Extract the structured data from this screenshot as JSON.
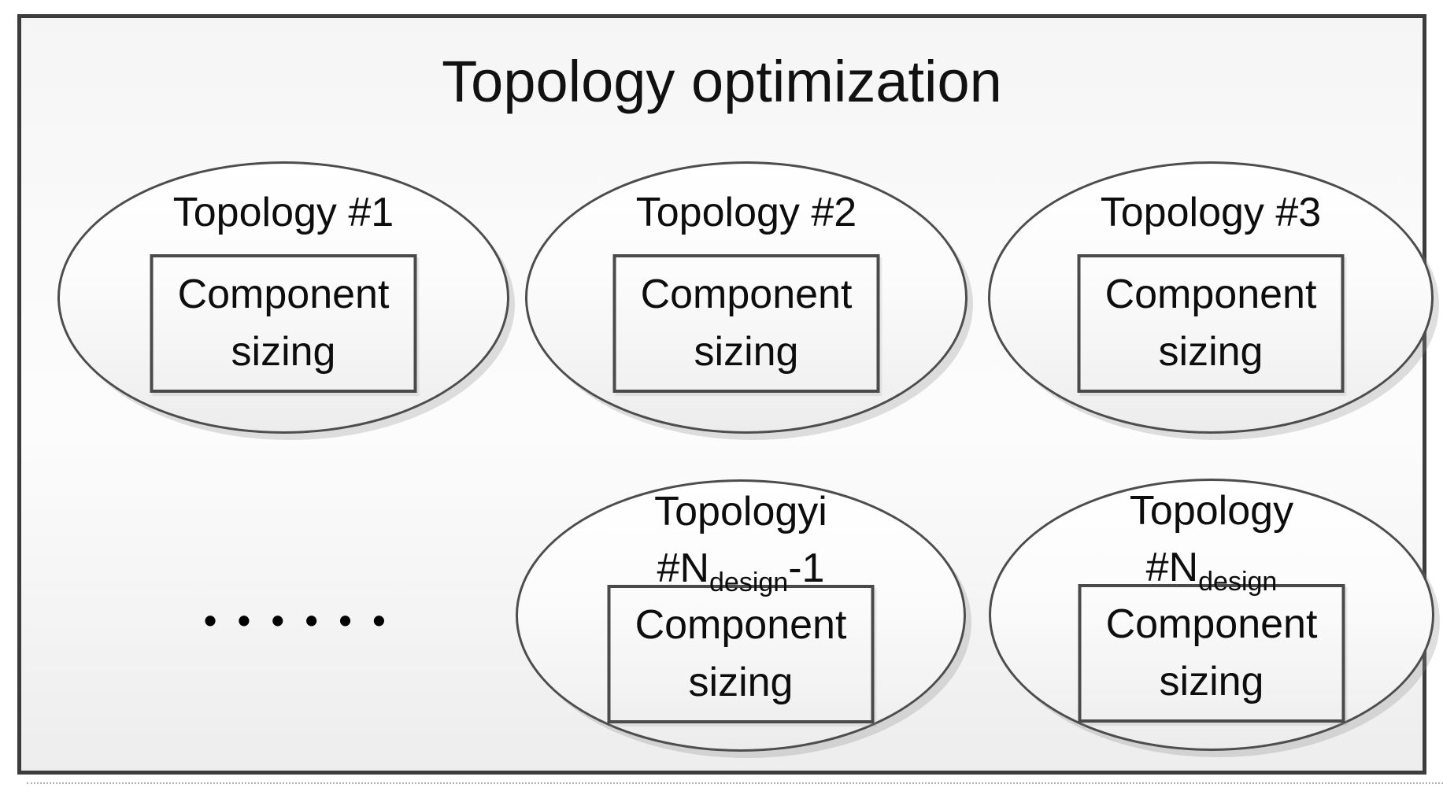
{
  "title": "Topology optimization",
  "colors": {
    "frame_border": "#3c3c3c",
    "shape_border": "#4a4a4a",
    "text": "#101010",
    "background": "#f5f5f5"
  },
  "ellipses": [
    {
      "label_line1": "Topology #1",
      "box_label": "Component sizing"
    },
    {
      "label_line1": "Topology #2",
      "box_label": "Component sizing"
    },
    {
      "label_line1": "Topology #3",
      "box_label": "Component sizing"
    },
    {
      "label_line1": "Topologyi",
      "line2_prefix": "#N",
      "line2_sub": "design",
      "line2_suffix": "-1",
      "box_label": "Component sizing"
    },
    {
      "label_line1": "Topology",
      "line2_prefix": "#N",
      "line2_sub": "design",
      "line2_suffix": "",
      "box_label": "Component sizing"
    }
  ],
  "ellipsis_dots": "• • • • • •"
}
